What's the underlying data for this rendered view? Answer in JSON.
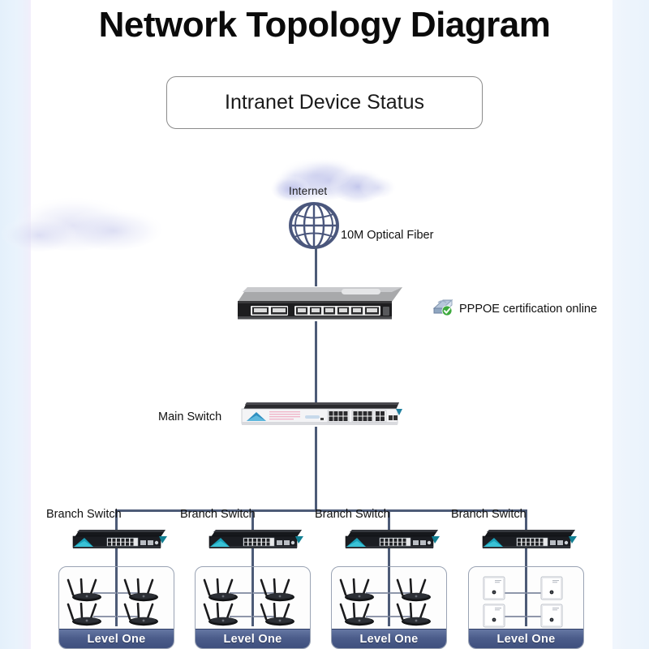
{
  "page": {
    "title": "Network Topology Diagram",
    "subtitle": "Intranet Device Status",
    "background_color": "#ffffff",
    "band_color": "#e9f3fc",
    "line_color": "#4d5b77"
  },
  "internet": {
    "cloud_label": "Internet",
    "globe_icon": "globe-icon",
    "uplink_label": "10M Optical Fiber"
  },
  "status": {
    "icon": "network-check-icon",
    "label": "PPPOE certification online",
    "check_color": "#3da93d"
  },
  "devices": {
    "gateway_router": {
      "icon": "rack-router-icon",
      "ports": 10
    },
    "main_switch": {
      "label": "Main Switch",
      "icon": "rack-switch-icon",
      "ports": 24
    }
  },
  "branches": [
    {
      "label": "Branch Switch",
      "icon": "branch-switch-icon",
      "ports": 8,
      "group": {
        "label": "Level One",
        "node_type": "wifi-router",
        "count": 4
      }
    },
    {
      "label": "Branch Switch",
      "icon": "branch-switch-icon",
      "ports": 8,
      "group": {
        "label": "Level One",
        "node_type": "wifi-router",
        "count": 4
      }
    },
    {
      "label": "Branch Switch",
      "icon": "branch-switch-icon",
      "ports": 8,
      "group": {
        "label": "Level One",
        "node_type": "wifi-router",
        "count": 4
      }
    },
    {
      "label": "Branch Switch",
      "icon": "branch-switch-icon",
      "ports": 8,
      "group": {
        "label": "Level One",
        "node_type": "wall-ap",
        "count": 4
      }
    }
  ]
}
